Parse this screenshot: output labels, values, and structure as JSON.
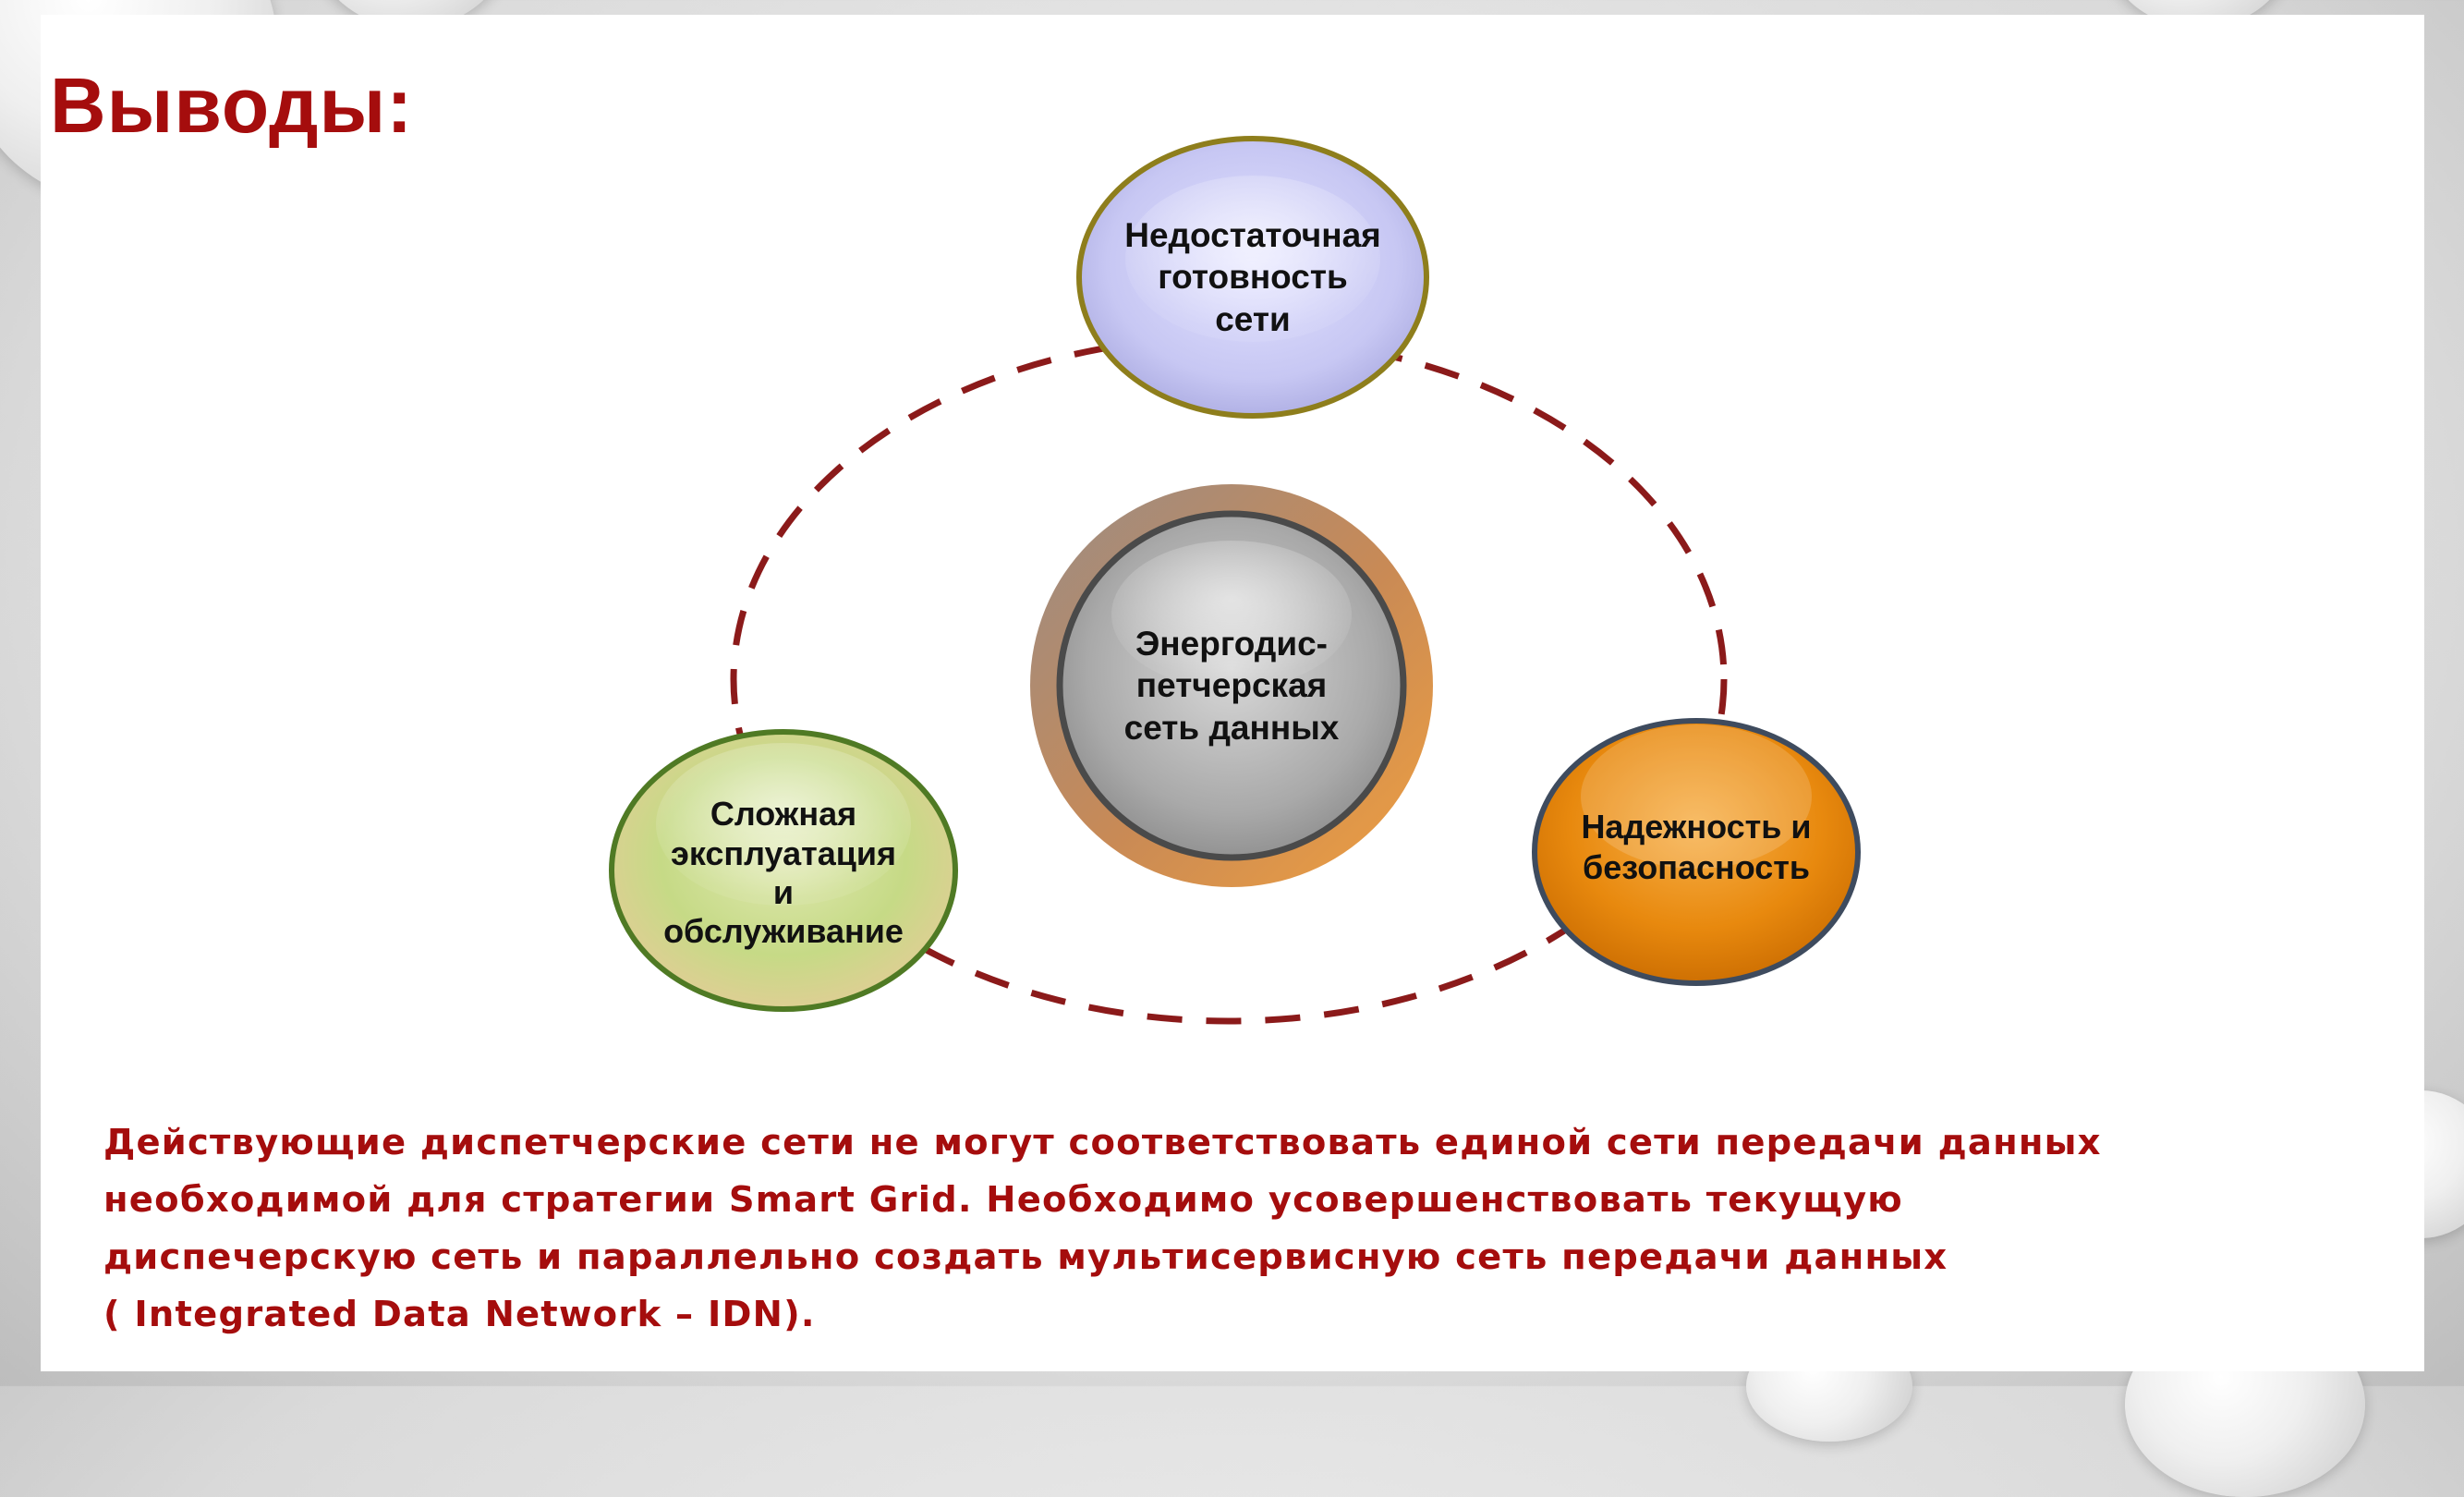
{
  "slide": {
    "title": "Выводы:",
    "diagram": {
      "center": "Энергодис-\nпетчерская\nсеть данных",
      "top": "Недостаточная\nготовность\nсети",
      "left": "Сложная\nэксплуатация\nи\nобслуживание",
      "right": "Надежность и\nбезопасность"
    },
    "conclusion_lines": [
      "Действующие диспетчерские сети не могут соответствовать единой сети передачи данных",
      "необходимой для  стратегии Smart Grid.  Необходимо усовершенствовать текущую",
      "диспечерскую сеть и параллельно создать мультисервисную сеть передачи данных",
      "( Integrated Data Network – IDN)."
    ]
  },
  "colors": {
    "title": "#a50d0d",
    "dashed_ring": "#8b1a1a",
    "top_node": "#ccccf5",
    "left_node": "#c8dc8a",
    "right_node": "#e8860a",
    "center_node": "#a8a8a8"
  }
}
